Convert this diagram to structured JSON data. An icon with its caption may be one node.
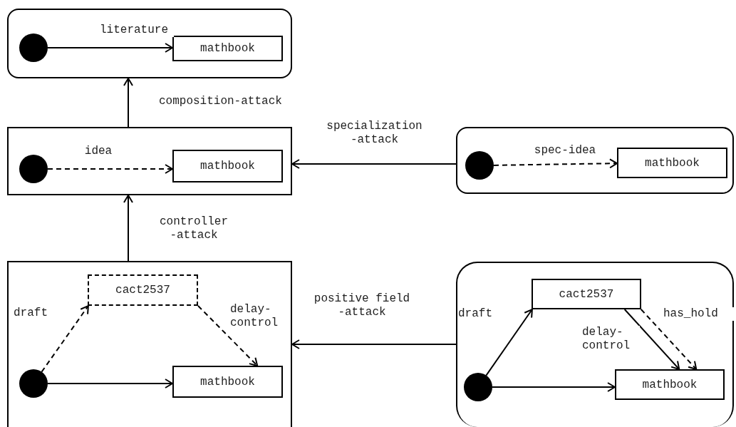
{
  "diagram": {
    "nodes": [
      {
        "text": [],
        "shape": "box"
      },
      {
        "text": [],
        "shape": "circle",
        "in": 0
      },
      {
        "text": [
          "mathbook"
        ],
        "in": 0
      },
      {
        "text": [],
        "shape": "box"
      },
      {
        "text": [],
        "shape": "circle",
        "in": 3
      },
      {
        "text": [
          "mathbook"
        ],
        "in": 3
      },
      {
        "text": [],
        "shape": "box"
      },
      {
        "text": [],
        "shape": "circle",
        "in": 6
      },
      {
        "text": [
          "mathbook"
        ],
        "in": 6
      },
      {
        "text": [],
        "shape": "box"
      },
      {
        "text": [
          "cact2537"
        ],
        "in": 9
      },
      {
        "text": [],
        "shape": "circle",
        "in": 9
      },
      {
        "text": [
          "mathbook"
        ],
        "in": 9
      },
      {
        "text": [],
        "shape": "box"
      },
      {
        "text": [
          "cact2537"
        ],
        "in": 13
      },
      {
        "text": [],
        "shape": "circle",
        "in": 13
      },
      {
        "text": [
          "mathbook"
        ],
        "in": 13
      }
    ],
    "edges": [
      {
        "from": 1,
        "to": 2,
        "arrow": "to",
        "label": "literature"
      },
      {
        "from": 3,
        "to": 0,
        "arrow": "to",
        "label": "composition-attack"
      },
      {
        "from": 4,
        "to": 5,
        "arrow": "to",
        "label": "idea",
        "style": "dashed"
      },
      {
        "from": 6,
        "to": 3,
        "arrow": "to",
        "label": "specialization -attack"
      },
      {
        "from": 7,
        "to": 8,
        "arrow": "to",
        "label": "spec-idea",
        "style": "dashed"
      },
      {
        "from": 9,
        "to": 3,
        "arrow": "to",
        "label": "controller -attack"
      },
      {
        "from": 11,
        "to": 10,
        "arrow": "to",
        "label": "draft",
        "style": "dashed"
      },
      {
        "from": 10,
        "to": 12,
        "arrow": "to",
        "label": "delay-control",
        "style": "dashed"
      },
      {
        "from": 11,
        "to": 12,
        "arrow": "to"
      },
      {
        "from": 13,
        "to": 9,
        "arrow": "to",
        "label": "positive field -attack"
      },
      {
        "from": 15,
        "to": 14,
        "arrow": "to",
        "label": "draft"
      },
      {
        "from": 14,
        "to": 16,
        "arrow": "to",
        "label": "delay-control"
      },
      {
        "from": 14,
        "to": 16,
        "arrow": "to",
        "label": "has_hold",
        "style": "dashed"
      },
      {
        "from": 15,
        "to": 16,
        "arrow": "to"
      }
    ]
  }
}
